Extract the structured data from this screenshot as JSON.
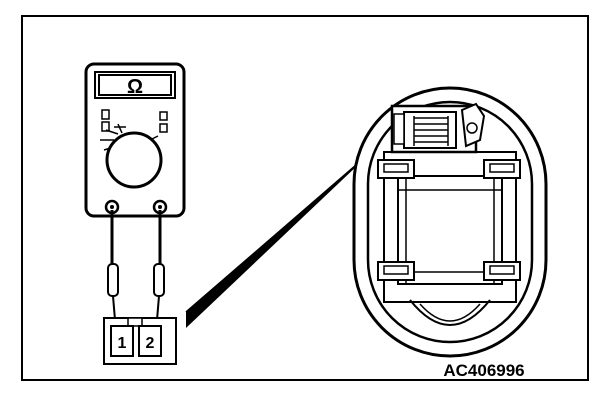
{
  "figure": {
    "code": "AC406996",
    "meter_symbol": "Ω",
    "connector_pins": [
      "1",
      "2"
    ]
  }
}
